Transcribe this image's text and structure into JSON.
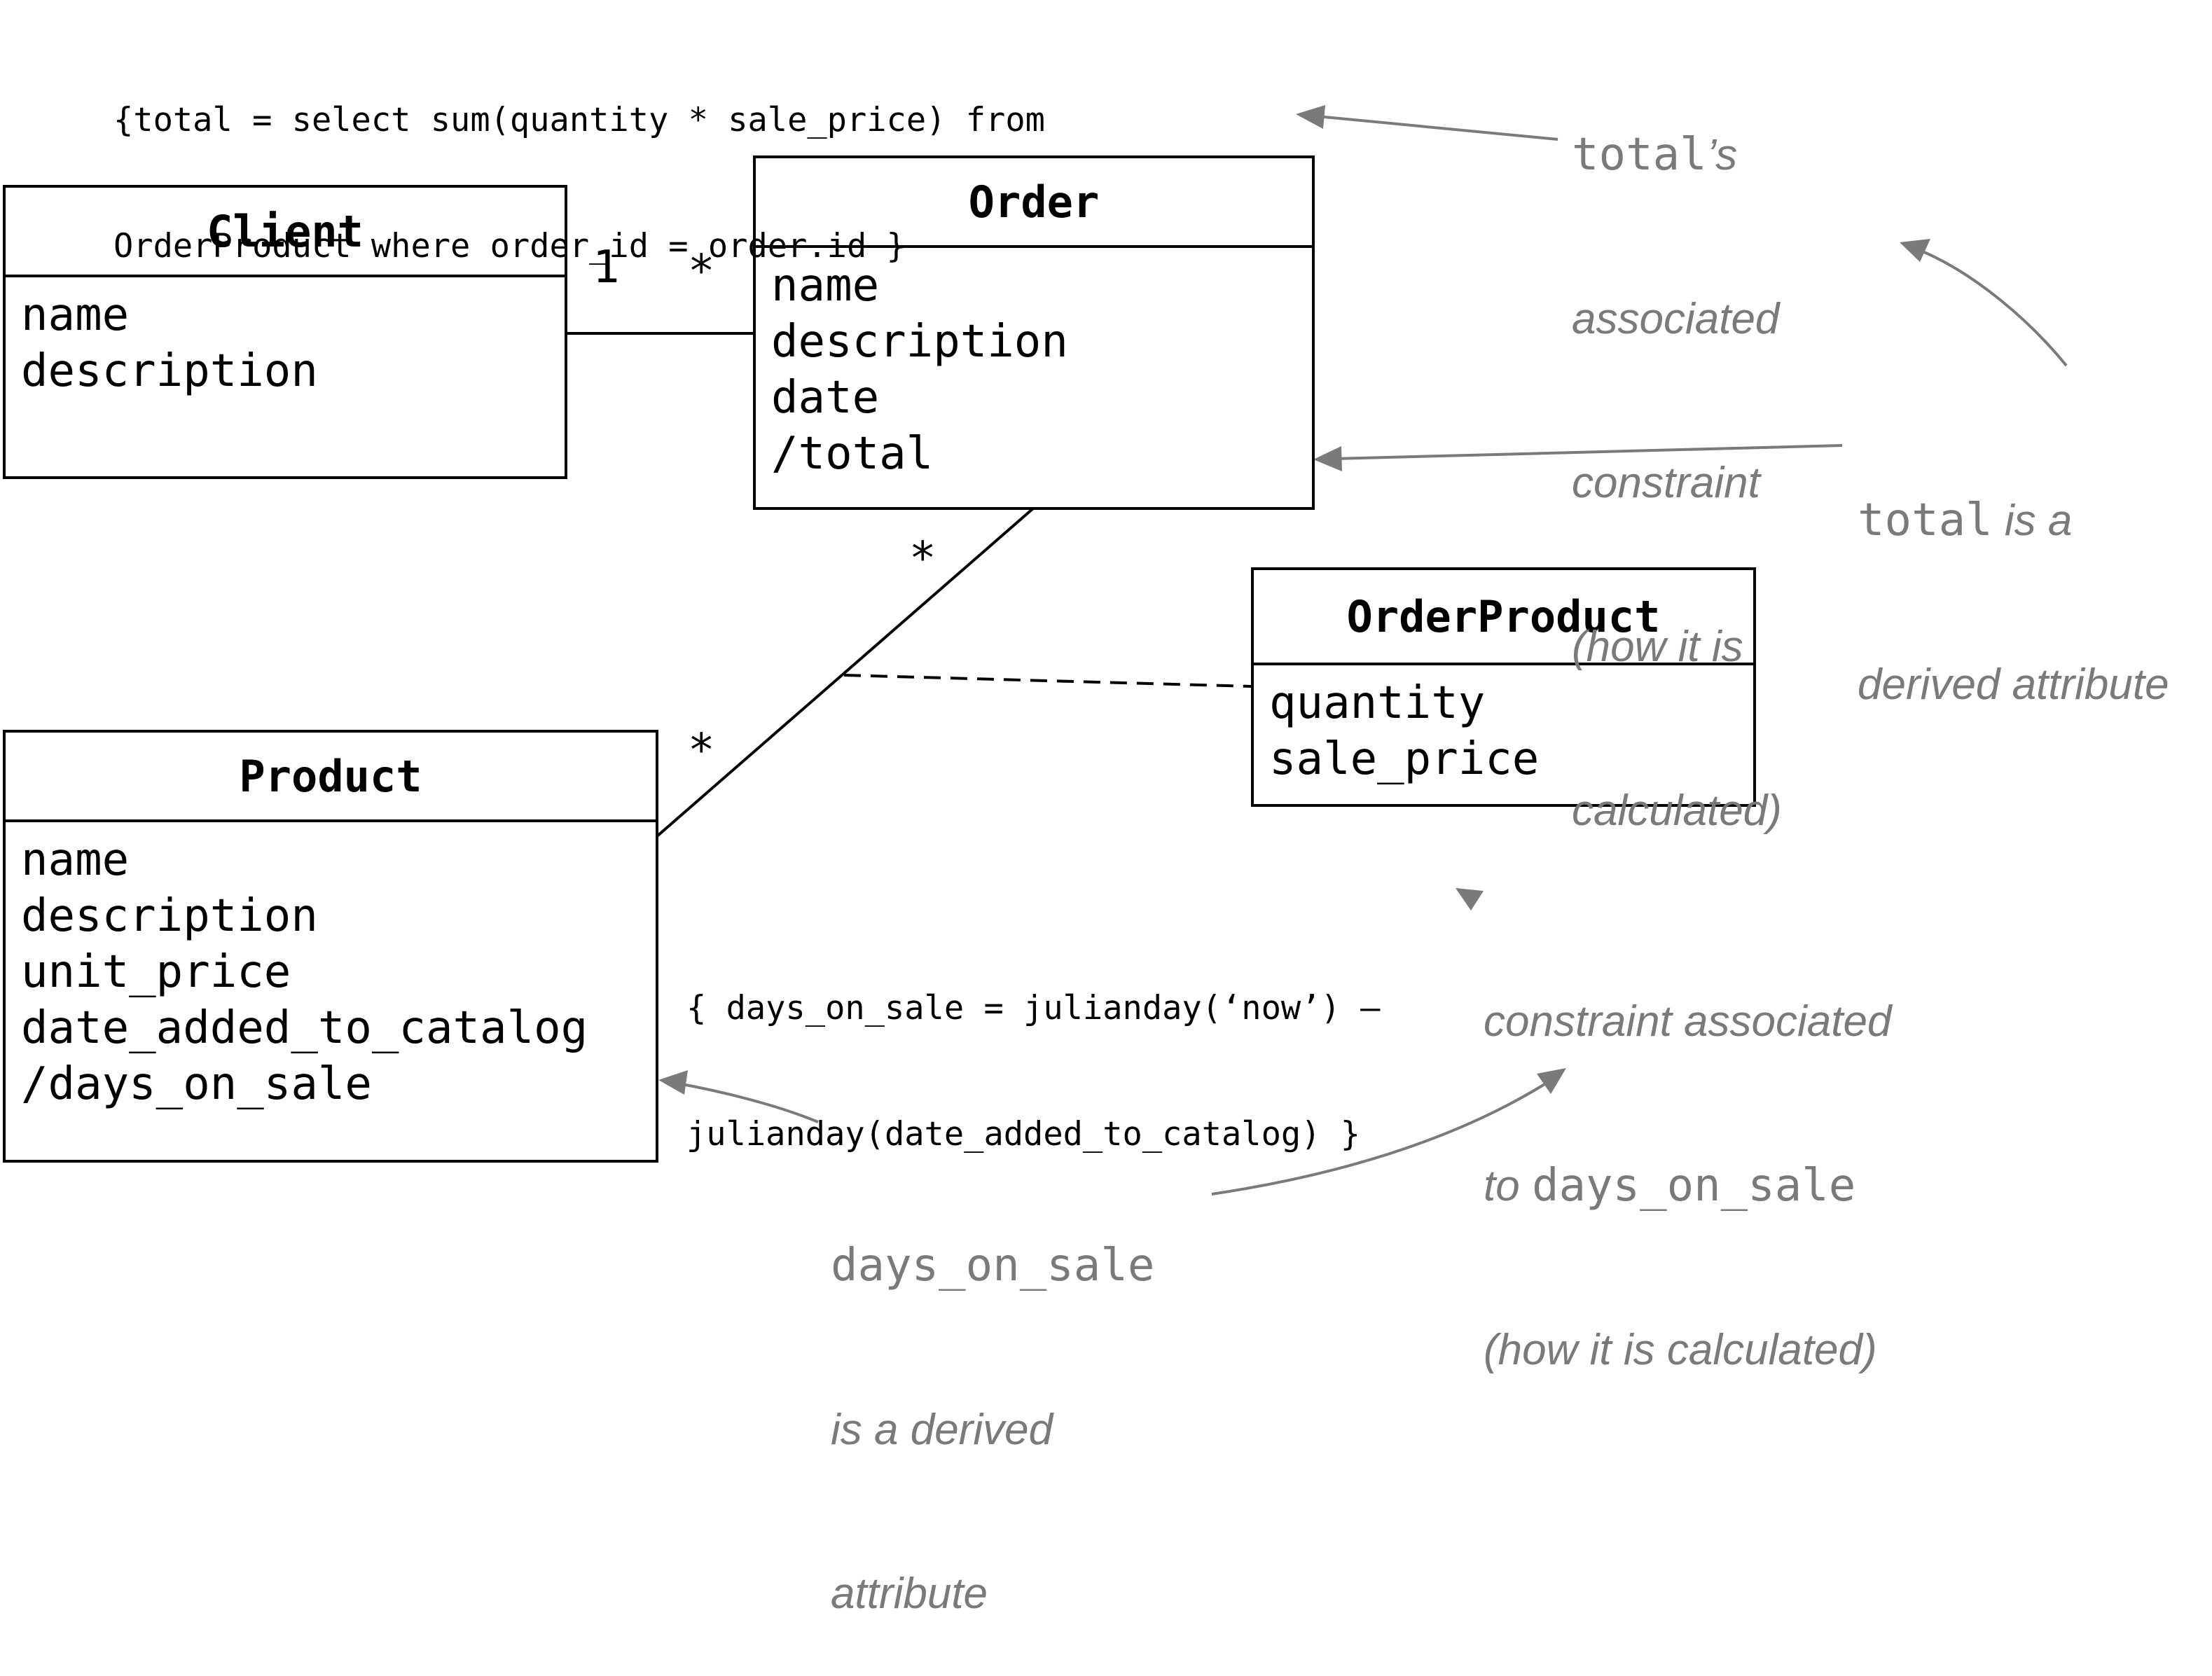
{
  "classes": {
    "client": {
      "name": "Client",
      "attributes": [
        "name",
        "description"
      ]
    },
    "order": {
      "name": "Order",
      "attributes": [
        "name",
        "description",
        "date",
        "/total"
      ]
    },
    "order_product": {
      "name": "OrderProduct",
      "attributes": [
        "quantity",
        "sale_price"
      ]
    },
    "product": {
      "name": "Product",
      "attributes": [
        "name",
        "description",
        "unit_price",
        "date_added_to_catalog",
        "/days_on_sale"
      ]
    }
  },
  "multiplicities": {
    "client_side": "1",
    "order_side_client": "*",
    "order_side_product": "*",
    "product_side_order": "*"
  },
  "constraints": {
    "total": [
      "{total = select sum(quantity * sale_price) from",
      "OrderProduct where order_id = order.id }"
    ],
    "days_on_sale": [
      "{ days_on_sale = julianday(‘now’) –",
      "julianday(date_added_to_catalog) }"
    ]
  },
  "annotations": {
    "total_constraint_note": {
      "code": "total",
      "suffix": "’s",
      "lines": [
        "associated",
        "constraint",
        "(how it is",
        "calculated)"
      ]
    },
    "total_derived_note": {
      "code": "total",
      "suffix": " is a",
      "line2": "derived attribute"
    },
    "days_constraint_note": {
      "line1": "constraint associated",
      "prefix2": "to ",
      "code": "days_on_sale",
      "line3": "(how it is calculated)"
    },
    "days_derived_note": {
      "code": "days_on_sale",
      "lines": [
        "is a derived",
        "attribute"
      ]
    }
  },
  "colors": {
    "line": "#000000",
    "annotation": "#7a7a7a"
  }
}
